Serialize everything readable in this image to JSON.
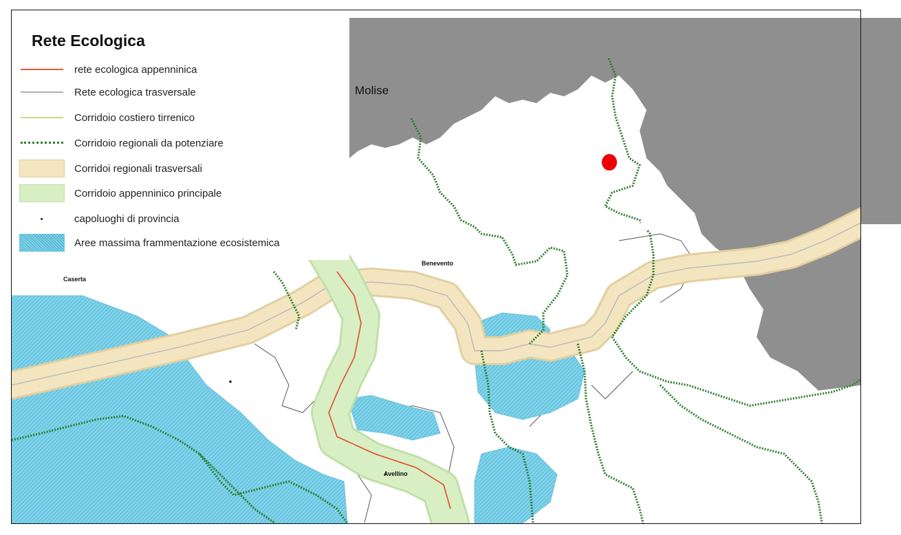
{
  "legend": {
    "title": "Rete Ecologica",
    "items": [
      {
        "label": "rete ecologica appenninica",
        "symbol": "red-line"
      },
      {
        "label": "Rete ecologica trasversale",
        "symbol": "gray-line"
      },
      {
        "label": "Corridoio costiero tirrenico",
        "symbol": "yellow-green-line"
      },
      {
        "label": "Corridoio regionali da potenziare",
        "symbol": "green-dotted-line"
      },
      {
        "label": "Corridoi regionali trasversali",
        "symbol": "beige-band"
      },
      {
        "label": "Corridoio appenninico principale",
        "symbol": "light-green-band"
      },
      {
        "label": "capoluoghi di provincia",
        "symbol": "dot"
      },
      {
        "label": "Aree massima frammentazione ecosistemica",
        "symbol": "blue-hatch"
      }
    ]
  },
  "places": {
    "molise": "Molise",
    "benevento": "Benevento",
    "caserta": "Caserta",
    "avellino": "Avellino"
  },
  "colors": {
    "outside_region": "#8f8f8f",
    "fragmentation_fill": "#7fd3ea",
    "transversal_corridor": "#f3e5c0",
    "apennine_corridor": "#d8efc4",
    "apennine_network": "#e05a3a",
    "regional_corridor": "#2f7d2f",
    "marker": "#ee0000"
  }
}
